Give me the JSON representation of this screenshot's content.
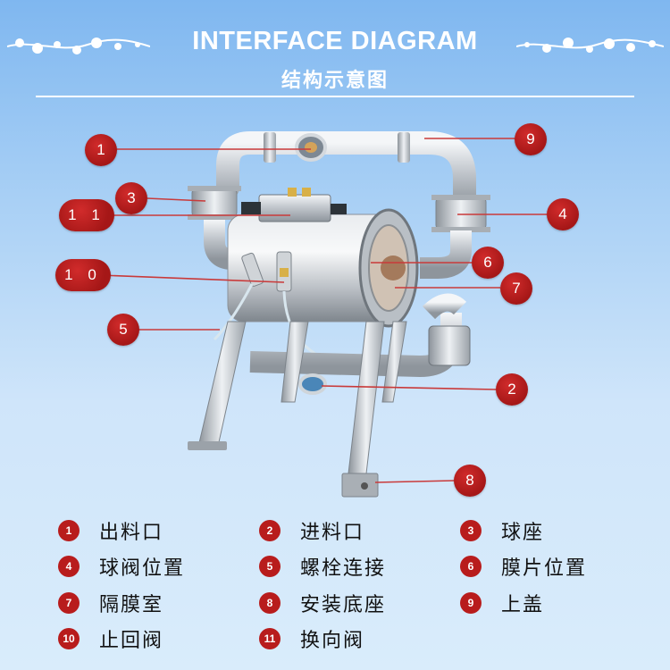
{
  "header": {
    "title": "INTERFACE DIAGRAM",
    "subtitle": "结构示意图"
  },
  "colors": {
    "background_top": "#7fb7f0",
    "background_bottom": "#d9ecfb",
    "callout_red": "#b81c1c",
    "leader_line": "#c93a3a",
    "steel": "#c9ced4"
  },
  "callouts": [
    {
      "id": "1",
      "label": "1"
    },
    {
      "id": "2",
      "label": "2"
    },
    {
      "id": "3",
      "label": "3"
    },
    {
      "id": "4",
      "label": "4"
    },
    {
      "id": "5",
      "label": "5"
    },
    {
      "id": "6",
      "label": "6"
    },
    {
      "id": "7",
      "label": "7"
    },
    {
      "id": "8",
      "label": "8"
    },
    {
      "id": "9",
      "label": "9"
    },
    {
      "id": "10",
      "label": "1 0"
    },
    {
      "id": "11",
      "label": "1 1"
    }
  ],
  "legend": [
    {
      "num": "1",
      "text": "出料口"
    },
    {
      "num": "2",
      "text": "进料口"
    },
    {
      "num": "3",
      "text": "球座"
    },
    {
      "num": "4",
      "text": "球阀位置"
    },
    {
      "num": "5",
      "text": "螺栓连接"
    },
    {
      "num": "6",
      "text": "膜片位置"
    },
    {
      "num": "7",
      "text": "隔膜室"
    },
    {
      "num": "8",
      "text": "安装底座"
    },
    {
      "num": "9",
      "text": "上盖"
    },
    {
      "num": "10",
      "text": "止回阀"
    },
    {
      "num": "11",
      "text": "换向阀"
    }
  ]
}
